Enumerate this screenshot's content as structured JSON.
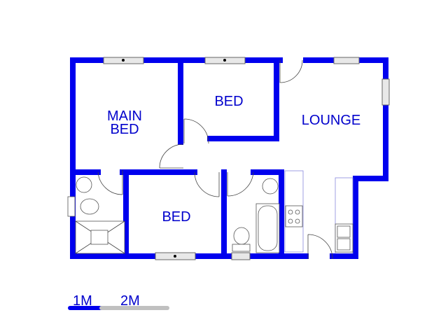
{
  "rooms": {
    "main_bed": "MAIN\nBED",
    "main_bed_line1": "MAIN",
    "main_bed_line2": "BED",
    "bed_upper": "BED",
    "lounge": "LOUNGE",
    "bed_lower": "BED"
  },
  "scale": {
    "label_1": "1M",
    "label_2": "2M"
  },
  "colors": {
    "wall": "#0000ee",
    "text": "#0000cc",
    "scale_gray": "#c0c0c0"
  }
}
